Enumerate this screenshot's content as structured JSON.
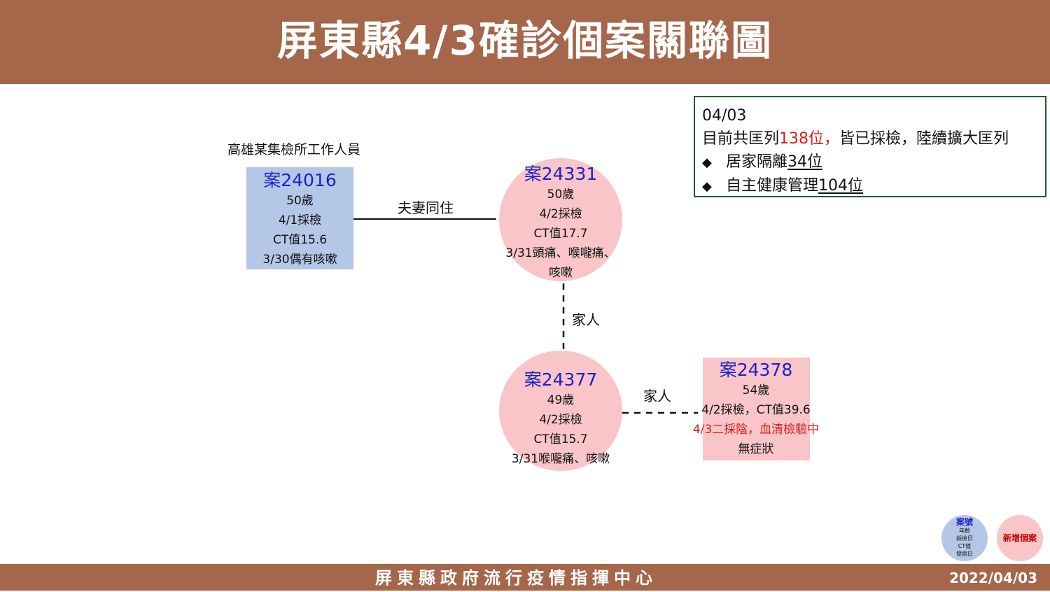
{
  "header": {
    "title": "屏東縣4/3確診個案關聯圖"
  },
  "summary": {
    "date": "04/03",
    "line_prefix": "目前共匡列",
    "line_count": "138位，",
    "line_suffix": "皆已採檢，陸續擴大匡列",
    "bullet": "◆",
    "bullet1_label": "居家隔離",
    "bullet1_value": "34位",
    "bullet2_label": "自主健康管理",
    "bullet2_value": "104位"
  },
  "nodes": {
    "c24016": {
      "above_label": "高雄某集檢所工作人員",
      "id": "案24016",
      "lines": [
        "50歲",
        "4/1採檢",
        "CT值15.6",
        "3/30偶有咳嗽"
      ]
    },
    "c24331": {
      "id": "案24331",
      "lines": [
        "50歲",
        "4/2採檢",
        "CT值17.7",
        "3/31頭痛、喉嚨痛、",
        "咳嗽"
      ]
    },
    "c24377": {
      "id": "案24377",
      "lines": [
        "49歲",
        "4/2採檢",
        "CT值15.7",
        "3/31喉嚨痛、咳嗽"
      ]
    },
    "c24378": {
      "id": "案24378",
      "lines": [
        "54歲",
        "4/2採檢，CT值39.6",
        "4/3二採陰，血清檢驗中",
        "無症狀"
      ]
    }
  },
  "edges": {
    "e1": "夫妻同住",
    "e2": "家人",
    "e3": "家人"
  },
  "legend": {
    "blue_title": "案號",
    "blue_lines": [
      "年齡",
      "採檢日",
      "CT值",
      "發病日"
    ],
    "pink_title": "新增個案"
  },
  "footer": {
    "org": "屏東縣政府流行疫情指揮中心",
    "date": "2022/04/03"
  },
  "colors": {
    "brand_brown": "#a5664a",
    "case_blue_fill": "#b4c7e7",
    "case_pink_fill": "#f9c5c8",
    "case_id_blue": "#1b1fcb",
    "alert_red": "#e31b1b",
    "summary_border": "#1a5e2a"
  }
}
